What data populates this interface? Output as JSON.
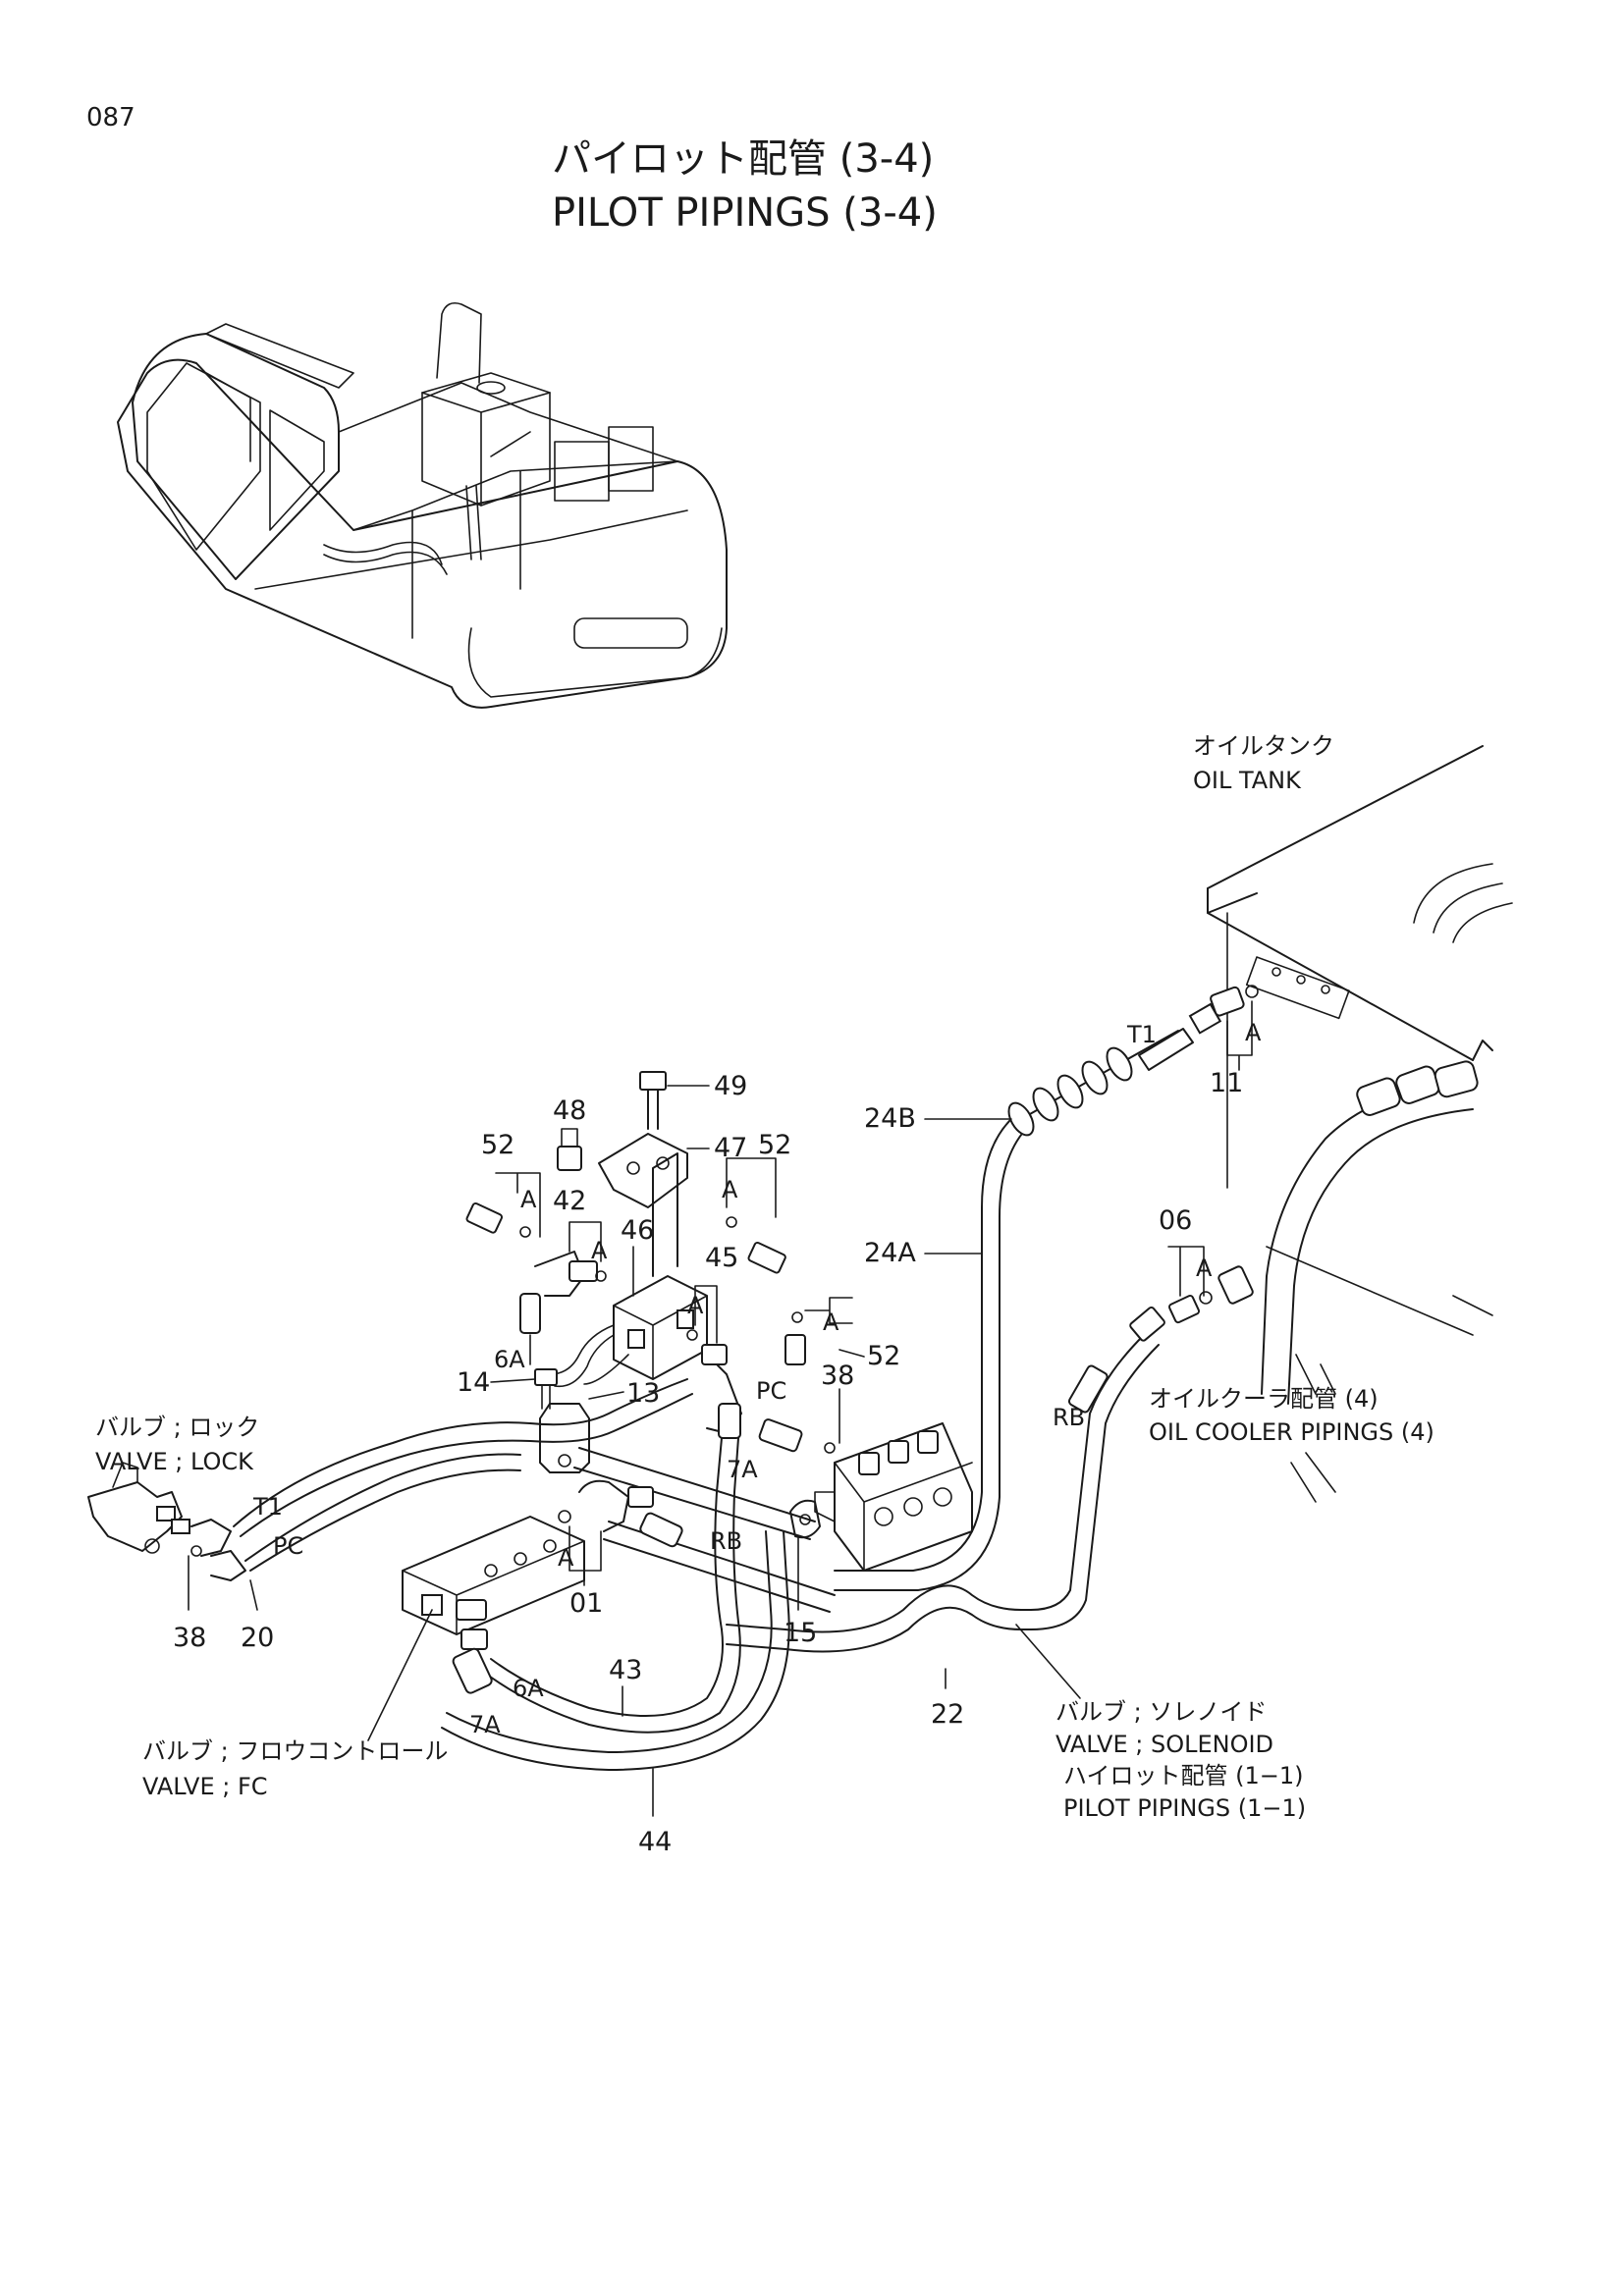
{
  "page": {
    "page_number": "087",
    "title_jp": "パイロット配管 (3-4)",
    "title_en": "PILOT PIPINGS (3-4)"
  },
  "labels": {
    "oil_tank_jp": "オイルタンク",
    "oil_tank_en": "OIL TANK",
    "oil_cooler_jp": "オイルクーラ配管 (4)",
    "oil_cooler_en": "OIL COOLER PIPINGS (4)",
    "valve_lock_jp": "バルブ ; ロック",
    "valve_lock_en": "VALVE ; LOCK",
    "valve_fc_jp": "バルブ ; フロウコントロール",
    "valve_fc_en": "VALVE ; FC",
    "valve_solenoid_jp": "バルブ ; ソレノイド",
    "valve_solenoid_en": "VALVE ; SOLENOID",
    "pilot_11_jp": "ハイロット配管 (1−1)",
    "pilot_11_en": "PILOT PIPINGS (1−1)"
  },
  "ports": {
    "t1": "T1",
    "pc": "PC",
    "rb": "RB",
    "a": "A",
    "p6a": "6A",
    "p7a": "7A"
  },
  "parts": {
    "p01": "01",
    "p06": "06",
    "p11": "11",
    "p13": "13",
    "p14": "14",
    "p15": "15",
    "p20": "20",
    "p22": "22",
    "p24a": "24A",
    "p24b": "24B",
    "p38": "38",
    "p42": "42",
    "p43": "43",
    "p44": "44",
    "p45": "45",
    "p46": "46",
    "p47": "47",
    "p48": "48",
    "p49": "49",
    "p52": "52"
  }
}
